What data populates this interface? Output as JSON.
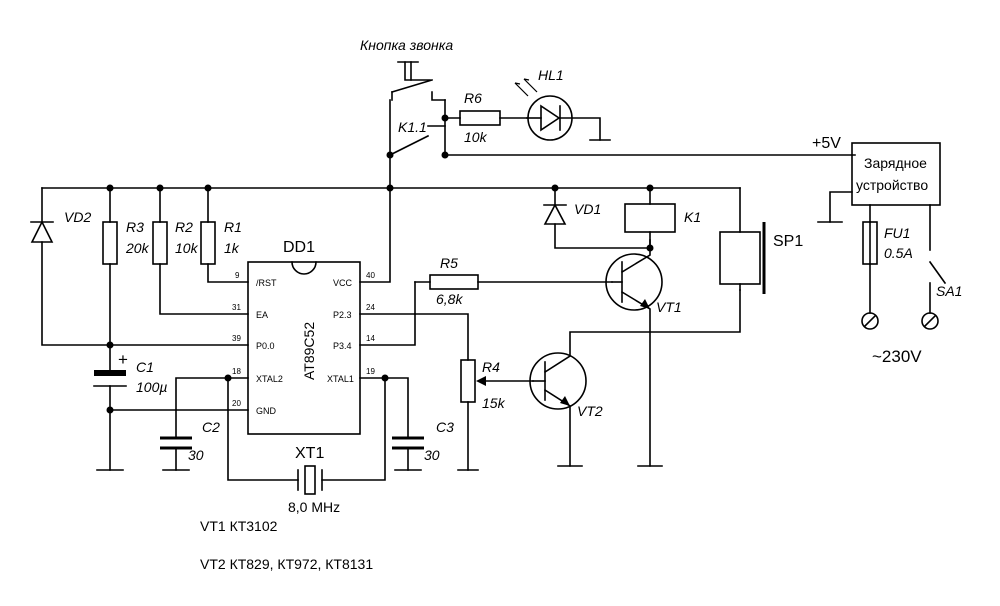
{
  "labels": {
    "button_caption": "Кнопка звонка",
    "hl1": "HL1",
    "r6": "R6",
    "r6_val": "10k",
    "k11": "K1.1",
    "plus5v": "+5V",
    "charger_line1": "Зарядное",
    "charger_line2": "устройство",
    "vd2": "VD2",
    "r3": "R3",
    "r3_val": "20k",
    "r2": "R2",
    "r2_val": "10k",
    "r1": "R1",
    "r1_val": "1k",
    "dd1": "DD1",
    "chip_name": "AT89C52",
    "vd1": "VD1",
    "k1": "K1",
    "sp1": "SP1",
    "fu1": "FU1",
    "fu1_val": "0.5A",
    "sa1": "SA1",
    "mains": "~230V",
    "r5": "R5",
    "r5_val": "6,8k",
    "vt1": "VT1",
    "c1": "C1",
    "c1_val": "100µ",
    "r4": "R4",
    "r4_val": "15k",
    "vt2": "VT2",
    "c2": "C2",
    "c2_val": "30",
    "c3": "C3",
    "c3_val": "30",
    "xt1": "XT1",
    "xt1_val": "8,0 MHz",
    "note_vt1": "VT1 КТ3102",
    "note_vt2": "VT2 КТ829, КТ972, КТ8131"
  },
  "chip": {
    "pins": {
      "rst": "/RST",
      "rst_n": "9",
      "ea": "EA",
      "ea_n": "31",
      "p00": "P0.0",
      "p00_n": "39",
      "xtal2": "XTAL2",
      "xtal2_n": "18",
      "gnd": "GND",
      "gnd_n": "20",
      "vcc": "VCC",
      "vcc_n": "40",
      "p23": "P2.3",
      "p23_n": "24",
      "p34": "P3.4",
      "p34_n": "14",
      "xtal1": "XTAL1",
      "xtal1_n": "19"
    }
  }
}
